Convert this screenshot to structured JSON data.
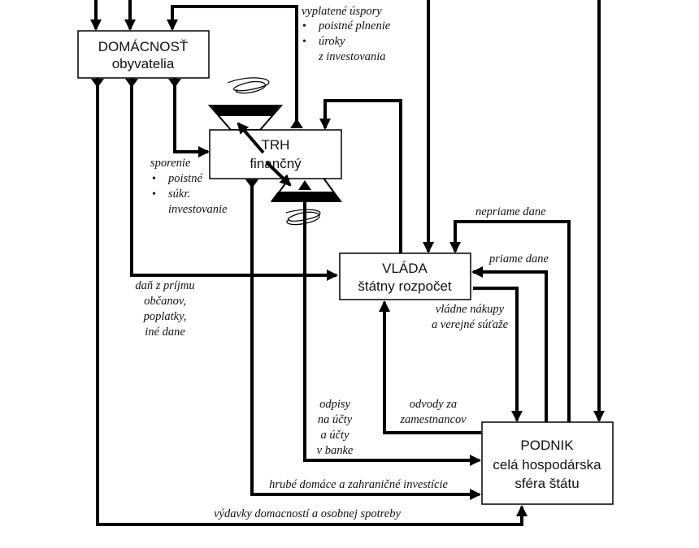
{
  "nodes": {
    "household": {
      "line1": "DOMÁCNOSŤ",
      "line2": "obyvatelia"
    },
    "market": {
      "line1": "TRH",
      "line2": "finančný"
    },
    "government": {
      "line1": "VLÁDA",
      "line2": "štátny rozpočet"
    },
    "firm": {
      "line1": "PODNIK",
      "line2": "celá hospodárska",
      "line3": "sféra štátu"
    }
  },
  "labels": {
    "payouts": {
      "title": "vyplatené úspory",
      "items": [
        "poistné plnenie",
        "úroky",
        "z investovania"
      ]
    },
    "savings": {
      "title": "sporenie",
      "items": [
        "poistné",
        "súkr.",
        "investovanie"
      ]
    },
    "income_tax": [
      "daň z príjmu",
      "občanov,",
      "poplatky,",
      "iné dane"
    ],
    "indirect_taxes": "nepriame dane",
    "direct_taxes": "priame dane",
    "gov_purchases": [
      "vládne nákupy",
      "a verejné súťaže"
    ],
    "depreciation": [
      "odpisy",
      "na účty",
      "a účty",
      "v banke"
    ],
    "employee_levies": [
      "odvody za",
      "zamestnancov"
    ],
    "gross_investment": "hrubé domáce a zahraničné investície",
    "household_spending": "výdavky domacností a osobnej spotreby"
  }
}
